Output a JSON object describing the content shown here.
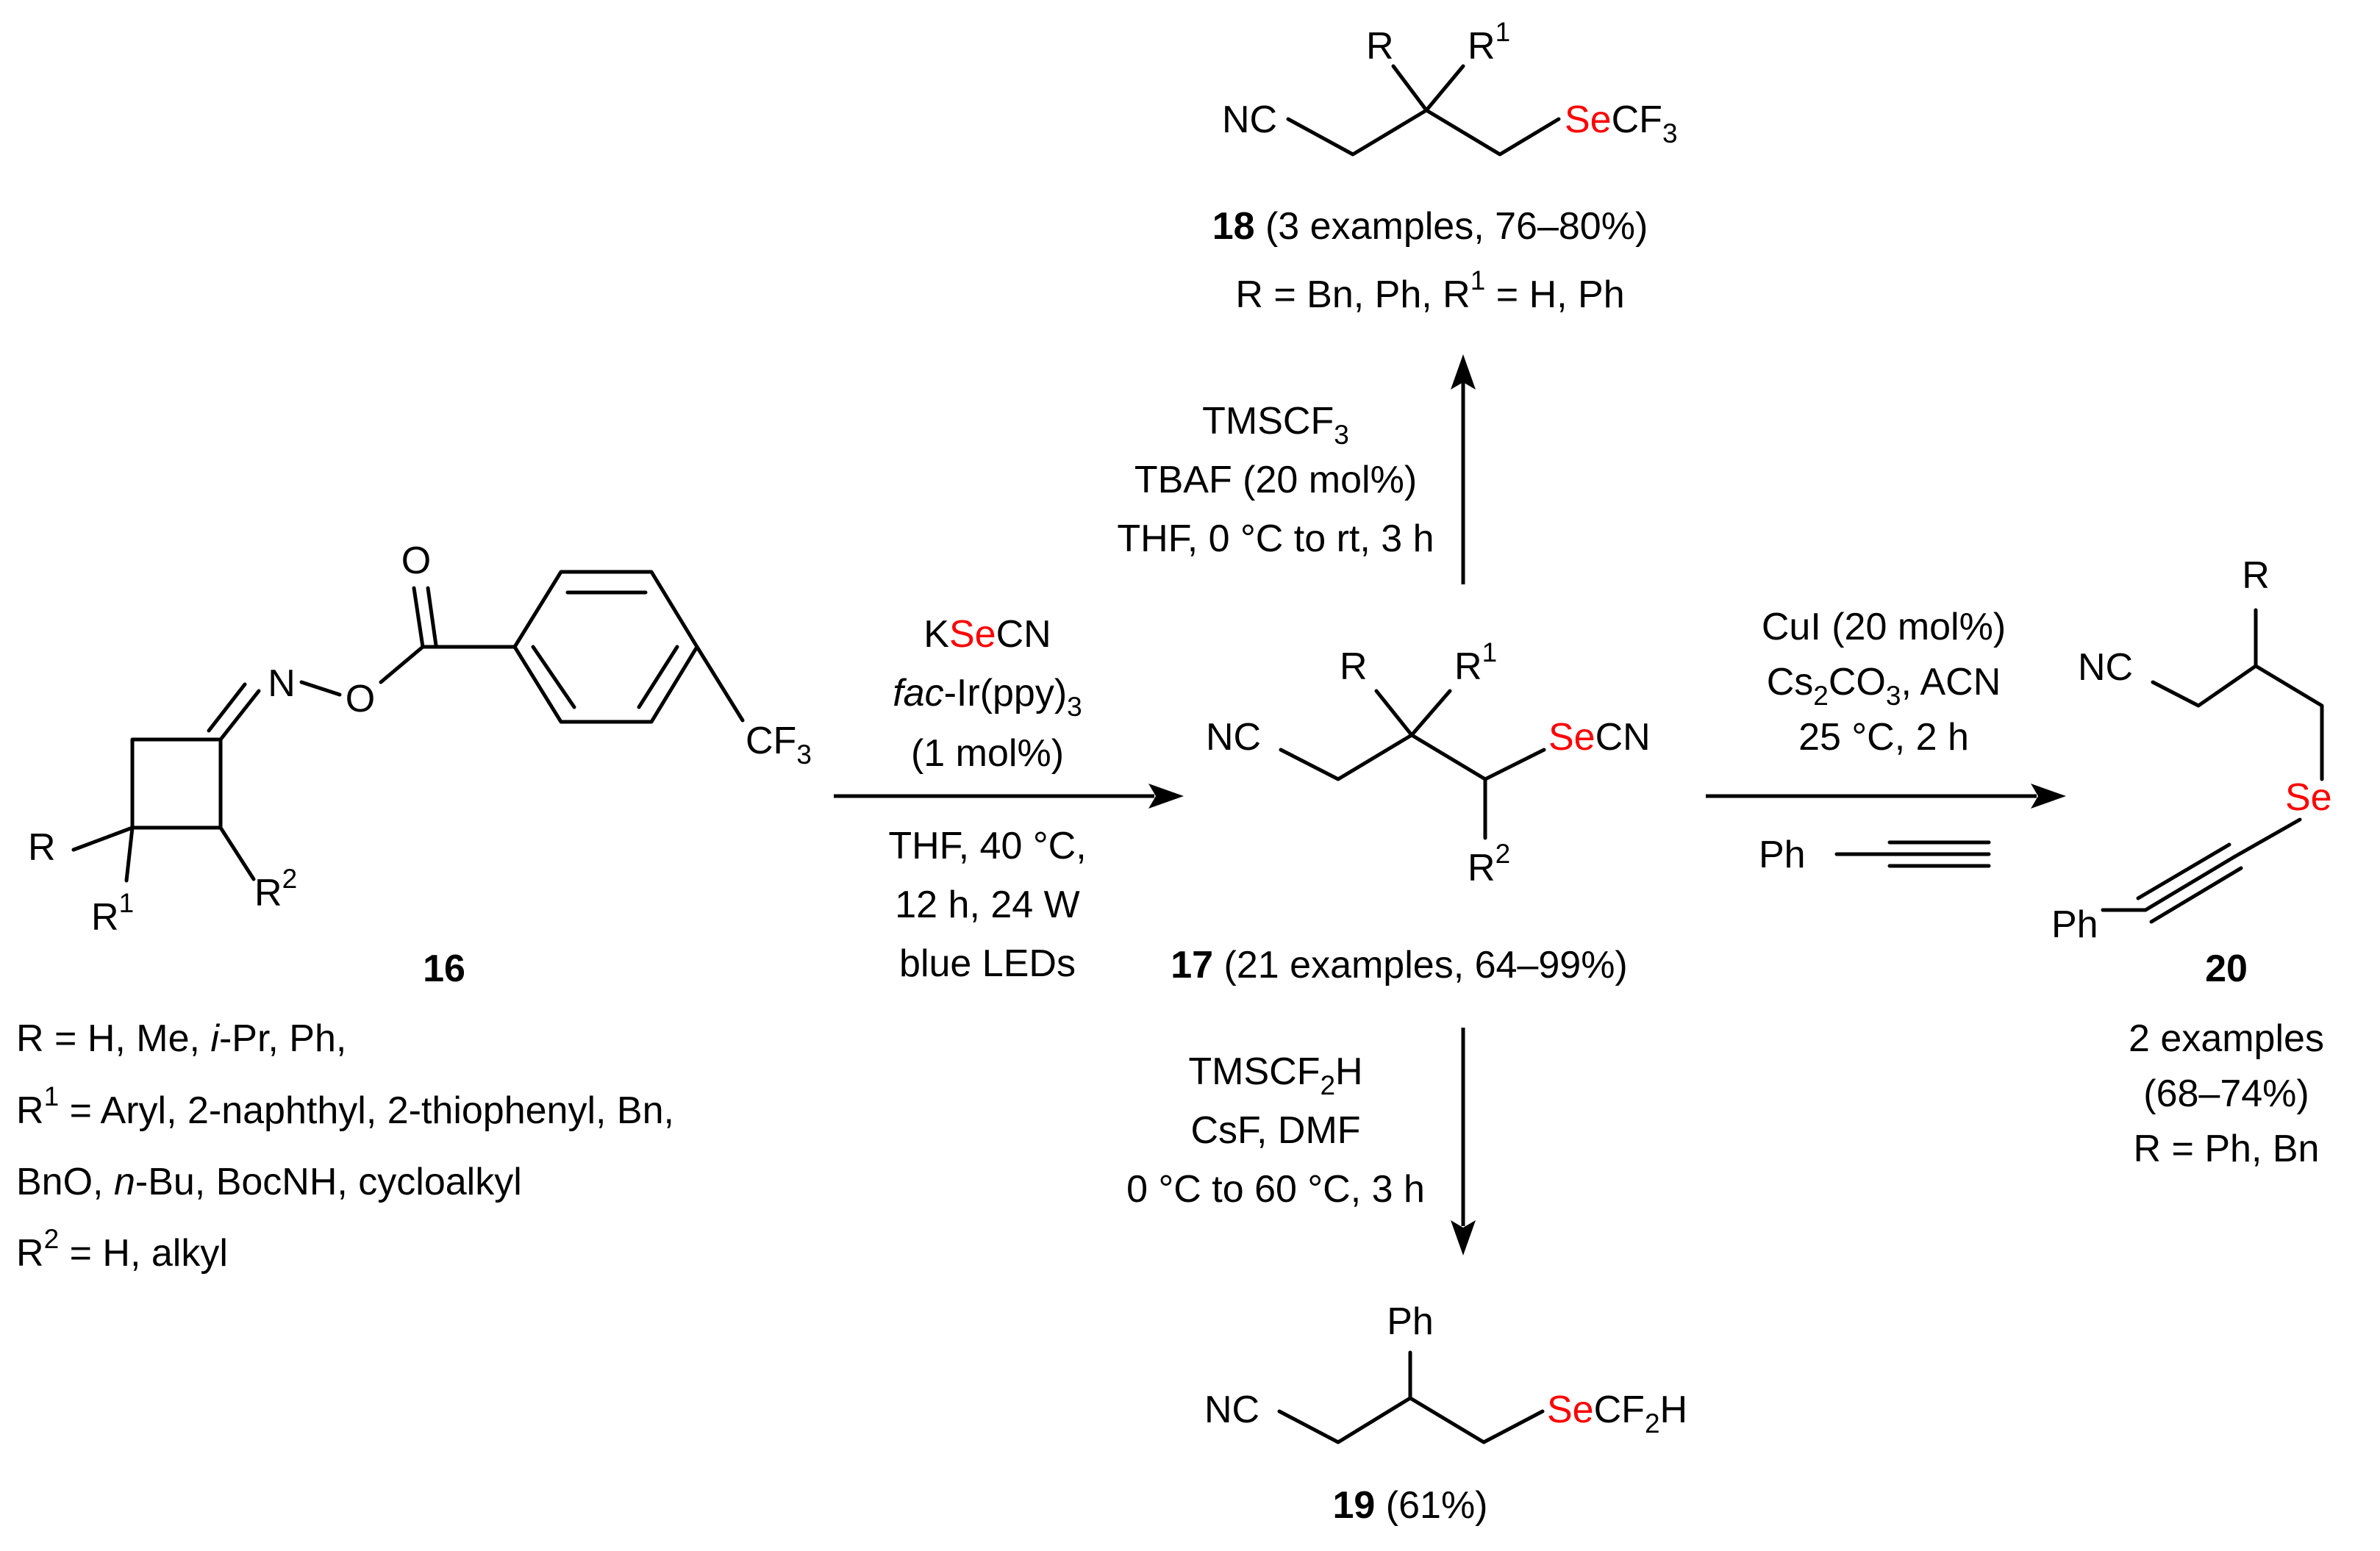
{
  "colors": {
    "selenium": "#ff0000",
    "ink": "#000000",
    "background": "#ffffff"
  },
  "compound16": {
    "atoms": {
      "o_carbonyl": "O",
      "n": "N",
      "o_ester": "O",
      "cf3_main": "CF",
      "cf3_sub": "3",
      "r": "R",
      "r1_main": "R",
      "r1_sup": "1",
      "r2_main": "R",
      "r2_sup": "2"
    },
    "number": "16",
    "r_line": {
      "a": "R = H, Me, ",
      "b": "i",
      "c": "-Pr, Ph,"
    },
    "r1_line": {
      "a": "R",
      "sup": "1",
      "b": " = Aryl, 2-naphthyl, 2-thiophenyl, Bn,"
    },
    "r1_line2": {
      "a": "BnO, ",
      "b": "n",
      "c": "-Bu, BocNH, cycloalkyl"
    },
    "r2_line": {
      "a": "R",
      "sup": "2",
      "b": " = H, alkyl"
    }
  },
  "step_to_17": {
    "reagent1": {
      "k": "K",
      "se": "Se",
      "cn": "CN"
    },
    "reagent2": {
      "fac": "fac",
      "rest": "-Ir(ppy)",
      "sub": "3"
    },
    "reagent3": "(1 mol%)",
    "cond1": "THF, 40 °C,",
    "cond2": "12 h, 24 W",
    "cond3": "blue LEDs"
  },
  "compound17": {
    "atoms": {
      "nc": "NC",
      "r": "R",
      "r1_main": "R",
      "r1_sup": "1",
      "se": "Se",
      "cn": "CN",
      "r2_main": "R",
      "r2_sup": "2"
    },
    "number": "17",
    "caption": " (21 examples, 64–99%)"
  },
  "step_to_18": {
    "line1": {
      "a": "TMSCF",
      "sub": "3"
    },
    "line2": "TBAF (20 mol%)",
    "line3": "THF,  0 °C to rt, 3 h"
  },
  "compound18": {
    "atoms": {
      "nc": "NC",
      "r": "R",
      "r1_main": "R",
      "r1_sup": "1",
      "se": "Se",
      "cf3_main": "CF",
      "cf3_sub": "3"
    },
    "number": "18",
    "caption": " (3 examples, 76–80%)",
    "r_line": {
      "a": "R = Bn, Ph, R",
      "sup": "1",
      "b": " = H, Ph"
    }
  },
  "step_to_19": {
    "line1": {
      "a": "TMSCF",
      "sub": "2",
      "b": "H"
    },
    "line2": "CsF, DMF",
    "line3": "0 °C to 60 °C, 3 h"
  },
  "compound19": {
    "atoms": {
      "nc": "NC",
      "ph": "Ph",
      "se": "Se",
      "cf2h_a": "CF",
      "cf2h_sub": "2",
      "cf2h_b": "H"
    },
    "number": "19",
    "caption": " (61%)"
  },
  "step_to_20": {
    "line1": "CuI (20 mol%)",
    "line2": {
      "a": "Cs",
      "sub1": "2",
      "b": "CO",
      "sub2": "3",
      "c": ", ACN"
    },
    "line3": "25 °C, 2 h",
    "alkyne_ph": "Ph"
  },
  "compound20": {
    "atoms": {
      "nc": "NC",
      "r": "R",
      "se": "Se",
      "ph": "Ph"
    },
    "number": "20",
    "line1": "2 examples",
    "line2": "(68–74%)",
    "line3": "R = Ph, Bn"
  }
}
